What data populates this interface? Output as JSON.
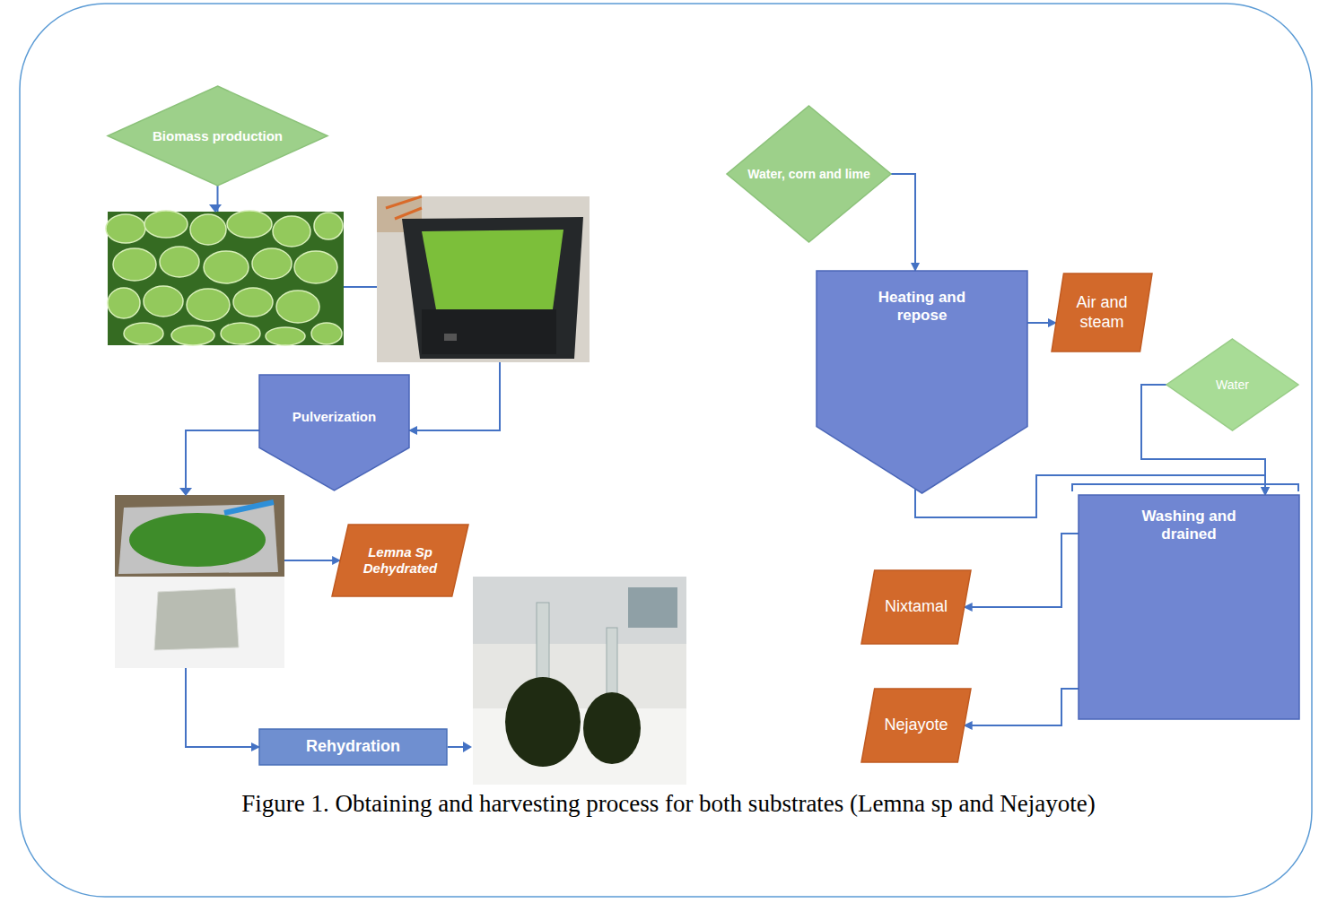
{
  "diagram": {
    "caption": "Figure 1. Obtaining and harvesting process for both substrates (Lemna sp and Nejayote)",
    "nodes": [
      {
        "text": [
          "Biomass production"
        ]
      },
      {
        "text": [
          "Water, corn and lime"
        ]
      },
      {
        "text": [
          "Heating and repose"
        ]
      },
      {
        "text": [
          "Air and steam"
        ]
      },
      {
        "text": [
          "Water"
        ]
      },
      {
        "text": [
          "Pulverization"
        ]
      },
      {
        "text": [
          "Washing and drained"
        ]
      },
      {
        "text": [
          "Lemna Sp Dehydrated"
        ]
      },
      {
        "text": [
          "Nixtamal"
        ]
      },
      {
        "text": [
          "Nejayote"
        ]
      },
      {
        "text": [
          "Rehydration"
        ]
      }
    ],
    "edges": [
      {
        "from": 0,
        "to": 5,
        "arrow": "to"
      },
      {
        "from": 5,
        "to": 7,
        "arrow": "to"
      },
      {
        "from": 5,
        "to": 10,
        "arrow": "to"
      },
      {
        "from": 1,
        "to": 2,
        "arrow": "to"
      },
      {
        "from": 2,
        "to": 3,
        "arrow": "to"
      },
      {
        "from": 2,
        "to": 6,
        "arrow": "to"
      },
      {
        "from": 4,
        "to": 6,
        "arrow": "to"
      },
      {
        "from": 6,
        "to": 8,
        "arrow": "to"
      },
      {
        "from": 6,
        "to": 9,
        "arrow": "to"
      }
    ]
  }
}
